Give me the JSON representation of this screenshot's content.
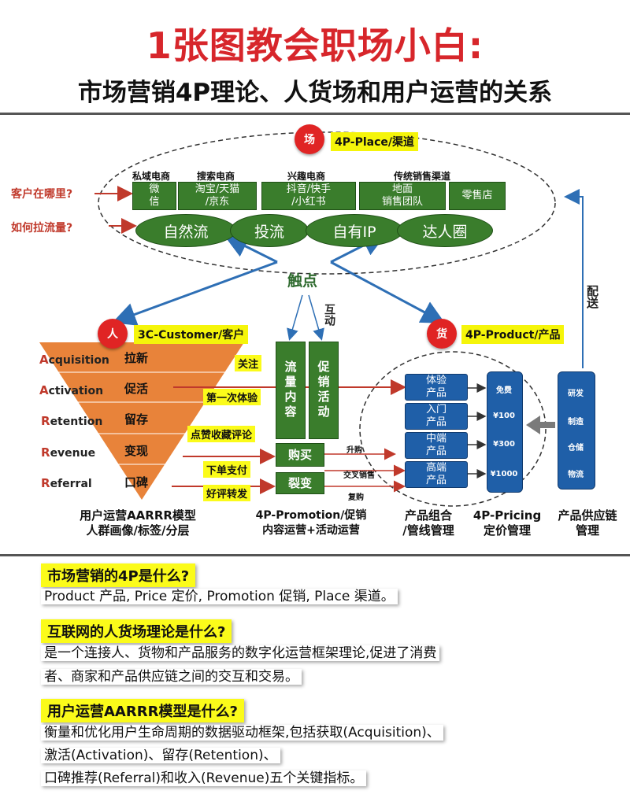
{
  "title": "1张图教会职场小白:",
  "subtitle": "市场营销4P理论、人货场和用户运营的关系",
  "place": {
    "badge": "场",
    "label": "4P-Place/渠道",
    "channel_groups": [
      "私域电商",
      "搜索电商",
      "兴趣电商",
      "传统销售渠道"
    ],
    "channels": [
      "微\n信",
      "淘宝/天猫\n/京东",
      "抖音/快手\n/小红书",
      "地面\n销售团队",
      "零售店"
    ],
    "traffic": [
      "自然流",
      "投流",
      "自有IP",
      "达人圈"
    ],
    "q_where": "客户在哪里?",
    "q_traffic": "如何拉流量?"
  },
  "touch": "触点",
  "interact": "互动",
  "deliver": "配送",
  "customer": {
    "badge": "人",
    "label": "3C-Customer/客户",
    "aarrr": [
      {
        "letter": "A",
        "rest": "cquisition",
        "cn": "拉新"
      },
      {
        "letter": "A",
        "rest": "ctivation",
        "cn": "促活"
      },
      {
        "letter": "R",
        "rest": "etention",
        "cn": "留存"
      },
      {
        "letter": "R",
        "rest": "evenue",
        "cn": "变现"
      },
      {
        "letter": "R",
        "rest": "eferral",
        "cn": "口碑"
      }
    ],
    "actions": [
      "关注",
      "第一次体验",
      "点赞收藏评论",
      "下单支付",
      "好评转发"
    ],
    "caption": "用户运营AARRR模型\n人群画像/标签/分层"
  },
  "promotion": {
    "col1": "流量内容",
    "col2": "促销活动",
    "buy": "购买",
    "fission": "裂变",
    "flows": [
      "升购",
      "交叉销售",
      "复购"
    ],
    "caption": "4P-Promotion/促销\n内容运营+活动运营"
  },
  "product": {
    "badge": "货",
    "label": "4P-Product/产品",
    "items": [
      "体验\n产品",
      "入门\n产品",
      "中端\n产品",
      "高端\n产品"
    ],
    "prices": [
      "免费",
      "¥100",
      "¥300",
      "¥1000"
    ],
    "supply": [
      "研发",
      "制造",
      "仓储",
      "物流"
    ],
    "cap_product": "产品组合\n/管线管理",
    "cap_price": "4P-Pricing\n定价管理",
    "cap_supply": "产品供应链\n管理"
  },
  "qa": [
    {
      "q": "市场营销的4P是什么?",
      "a": [
        "Product 产品, Price 定价, Promotion 促销, Place 渠道。"
      ]
    },
    {
      "q": "互联网的人货场理论是什么?",
      "a": [
        "是一个连接人、货物和产品服务的数字化运营框架理论,促进了消费",
        "者、商家和产品供应链之间的交互和交易。"
      ]
    },
    {
      "q": "用户运营AARRR模型是什么?",
      "a": [
        "衡量和优化用户生命周期的数据驱动框架,包括获取(Acquisition)、",
        "激活(Activation)、留存(Retention)、",
        "口碑推荐(Referral)和收入(Revenue)五个关键指标。"
      ]
    }
  ],
  "colors": {
    "red": "#d7262b",
    "green": "#3a7d2c",
    "blue": "#1f5fa8",
    "orange": "#e8833a",
    "yellow": "#fbfb1a"
  }
}
